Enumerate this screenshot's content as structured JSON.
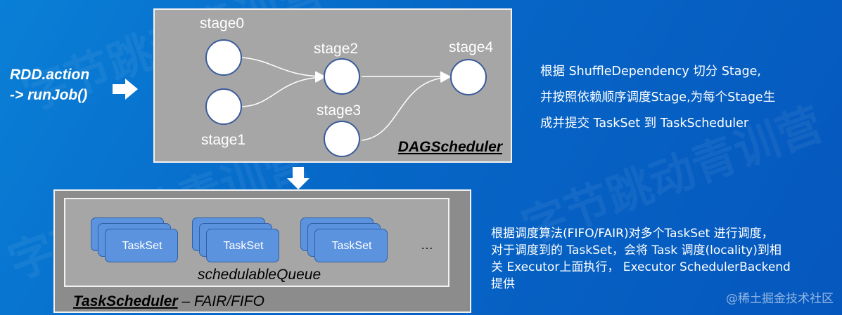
{
  "rdd_label": {
    "line1": "RDD.action",
    "line2": "-> runJob()"
  },
  "dag": {
    "title": "DAGScheduler",
    "stages": [
      {
        "id": "stage0",
        "label": "stage0"
      },
      {
        "id": "stage1",
        "label": "stage1"
      },
      {
        "id": "stage2",
        "label": "stage2"
      },
      {
        "id": "stage3",
        "label": "stage3"
      },
      {
        "id": "stage4",
        "label": "stage4"
      }
    ]
  },
  "dag_description": [
    "根据 ShuffleDependency 切分 Stage,",
    "并按照依赖顺序调度Stage,为每个Stage生",
    "成并提交 TaskSet 到 TaskScheduler"
  ],
  "task_scheduler": {
    "title": "TaskScheduler",
    "title_suffix": " – FAIR/FIFO",
    "queue_label": "schedulableQueue",
    "card_label": "TaskSet",
    "ellipsis": "…"
  },
  "ts_description": [
    "根据调度算法(FIFO/FAIR)对多个TaskSet 进行调度，",
    "对于调度到的 TaskSet，会将 Task 调度(locality)到相",
    "关 Executor上面执行，  Executor SchedulerBackend",
    "提供"
  ],
  "watermark": "@稀土掘金技术社区",
  "colors": {
    "background": "#0667c7",
    "box": "#a6a6a6",
    "card": "#5b93df"
  }
}
